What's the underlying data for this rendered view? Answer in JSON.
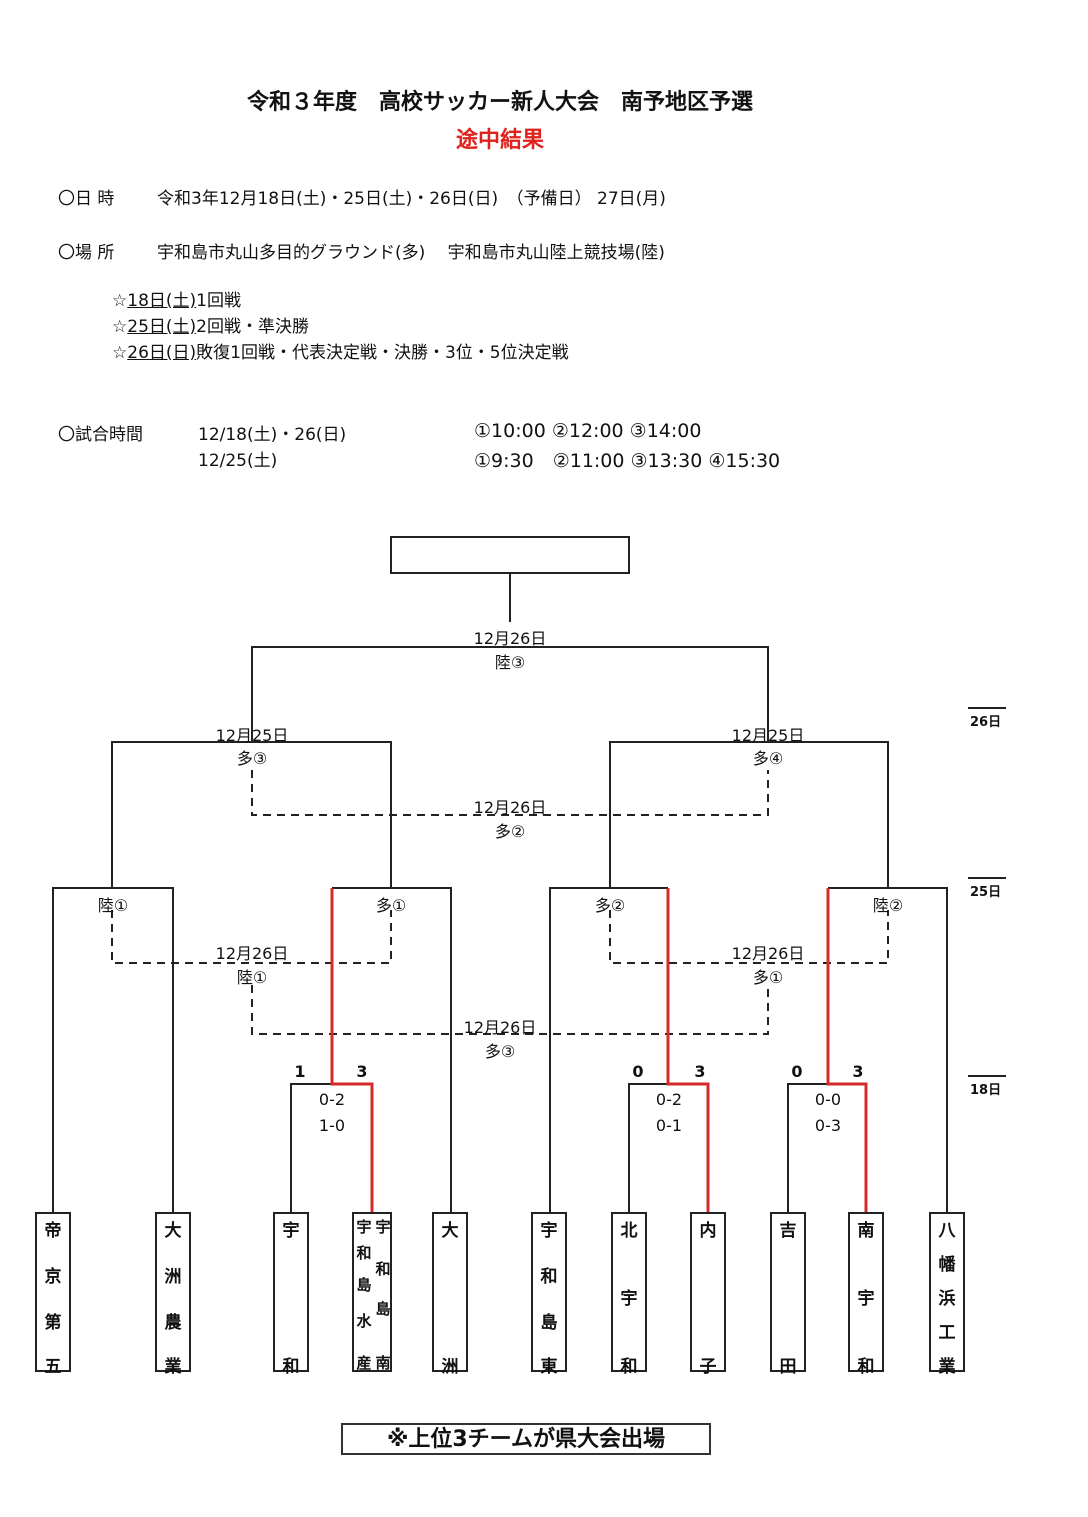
{
  "header": {
    "title": "令和３年度　高校サッカー新人大会　南予地区予選",
    "subtitle": "途中結果"
  },
  "info": {
    "date_label": "〇日 時",
    "date_value": "令和3年12月18日(土)・25日(土)・26日(日)　（予備日） 27日(月)",
    "place_label": "〇場 所",
    "place_value": "宇和島市丸山多目的グラウンド(多)　 宇和島市丸山陸上競技場(陸)",
    "schedule": [
      {
        "star": "☆",
        "day": "18日(土)",
        "desc": "1回戦"
      },
      {
        "star": "☆",
        "day": "25日(土)",
        "desc": "2回戦・準決勝"
      },
      {
        "star": "☆",
        "day": "26日(日)",
        "desc": "敗復1回戦・代表決定戦・決勝・3位・5位決定戦"
      }
    ],
    "time_label": "〇試合時間",
    "time_rows": [
      {
        "dates": "12/18(土)・26(日)",
        "slots": "①10:00 ②12:00 ③14:00"
      },
      {
        "dates": "12/25(土)",
        "slots": "①9:30　②11:00 ③13:30 ④15:30"
      }
    ]
  },
  "bracket": {
    "final": {
      "date": "12月26日",
      "venue": "陸③"
    },
    "semi_left": {
      "date": "12月25日",
      "venue": "多③"
    },
    "semi_right": {
      "date": "12月25日",
      "venue": "多④"
    },
    "consol_top": {
      "date": "12月26日",
      "venue": "多②"
    },
    "r2_left_a": "陸①",
    "r2_left_b": "多①",
    "r2_right_a": "多②",
    "r2_right_b": "陸②",
    "consol_left": {
      "date": "12月26日",
      "venue": "陸①"
    },
    "consol_right": {
      "date": "12月26日",
      "venue": "多①"
    },
    "consol_mid": {
      "date": "12月26日",
      "venue": "多③"
    },
    "match1": {
      "score_left": "1",
      "score_right": "3",
      "half1": "0-2",
      "half2": "1-0"
    },
    "match2": {
      "score_left": "0",
      "score_right": "3",
      "half1": "0-2",
      "half2": "0-1"
    },
    "match3": {
      "score_left": "0",
      "score_right": "3",
      "half1": "0-0",
      "half2": "0-3"
    },
    "day_marks": [
      "26日",
      "25日",
      "18日"
    ]
  },
  "teams": [
    [
      "帝",
      "京",
      "第",
      "五"
    ],
    [
      "大",
      "洲",
      "農",
      "業"
    ],
    [
      "宇",
      "和"
    ],
    [
      "宇",
      "和",
      "島",
      "水",
      "産"
    ],
    [
      "宇",
      "和",
      "島",
      "南"
    ],
    [
      "大",
      "洲"
    ],
    [
      "宇",
      "和",
      "島",
      "東"
    ],
    [
      "北",
      "宇",
      "和"
    ],
    [
      "内",
      "子"
    ],
    [
      "吉",
      "田"
    ],
    [
      "南",
      "宇",
      "和"
    ],
    [
      "八",
      "幡",
      "浜",
      "工",
      "業"
    ]
  ],
  "footer": {
    "note": "※上位3チームが県大会出場"
  },
  "colors": {
    "winner_line": "#d42a2a",
    "line": "#222222"
  }
}
